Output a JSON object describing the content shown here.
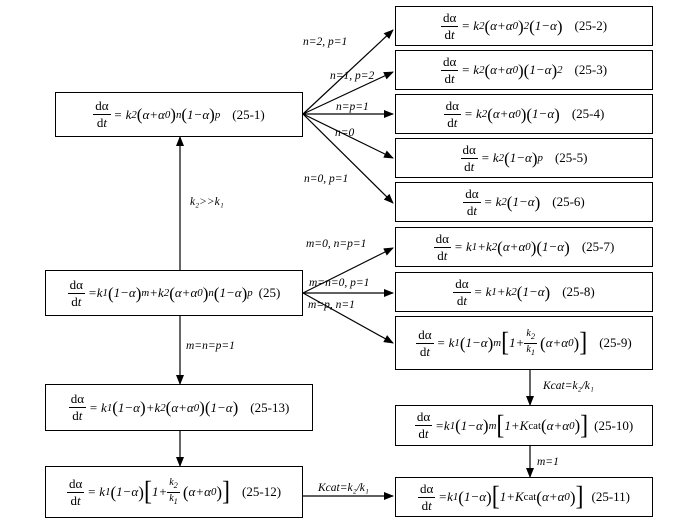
{
  "boxes": [
    {
      "id": "eq-25-1",
      "rhs": "k₂(α+α₀)ⁿ(1−α)ᵖ",
      "no": "(25-1)"
    },
    {
      "id": "eq-25-2",
      "rhs": "k₂(α+α₀)²(1−α)",
      "no": "(25-2)"
    },
    {
      "id": "eq-25-3",
      "rhs": "k₂(α+α₀)(1−α)²",
      "no": "(25-3)"
    },
    {
      "id": "eq-25-4",
      "rhs": "k₂(α+α₀)(1−α)",
      "no": "(25-4)"
    },
    {
      "id": "eq-25-5",
      "rhs": "k₂(1−α)ᵖ",
      "no": "(25-5)"
    },
    {
      "id": "eq-25-6",
      "rhs": "k₂(1−α)",
      "no": "(25-6)"
    },
    {
      "id": "eq-25",
      "rhs": "k₁(1−α)ᵐ + k₂(α+α₀)ⁿ(1−α)ᵖ",
      "no": "(25)"
    },
    {
      "id": "eq-25-7",
      "rhs": "k₁ + k₂(α+α₀)(1−α)",
      "no": "(25-7)"
    },
    {
      "id": "eq-25-8",
      "rhs": "k₁ + k₂(1−α)",
      "no": "(25-8)"
    },
    {
      "id": "eq-25-9",
      "rhs": "k₁(1−α)ᵐ[1 + (k₂/k₁)(α+α₀)]",
      "no": "(25-9)"
    },
    {
      "id": "eq-25-10",
      "rhs": "k₁(1−α)ᵐ[1 + Kcat(α+α₀)]",
      "no": "(25-10)"
    },
    {
      "id": "eq-25-11",
      "rhs": "k₁(1−α)[1 + Kcat(α+α₀)]",
      "no": "(25-11)"
    },
    {
      "id": "eq-25-12",
      "rhs": "k₁(1−α)[1 + (k₂/k₁)(α+α₀)]",
      "no": "(25-12)"
    },
    {
      "id": "eq-25-13",
      "rhs": "k₁(1−α) + k₂(α+α₀)(1−α)",
      "no": "(25-13)"
    }
  ],
  "labels": {
    "n2p1": "n=2, p=1",
    "n1p2": "n=1, p=2",
    "np1": "n=p=1",
    "n0": "n=0",
    "n0p1": "n=0, p=1",
    "k2k1": "k₂>>k₁",
    "m0np1": "m=0, n=p=1",
    "mn0p1": "m=n=0, p=1",
    "mpn1": "m=p, n=1",
    "mnp1": "m=n=p=1",
    "kcat1": "Kcat=k₂/k₁",
    "kcat2": "Kcat=k₂/k₁",
    "m1": "m=1"
  },
  "eqnos": {
    "e25": "(25)",
    "e251": "(25-1)",
    "e252": "(25-2)",
    "e253": "(25-3)",
    "e254": "(25-4)",
    "e255": "(25-5)",
    "e256": "(25-6)",
    "e257": "(25-7)",
    "e258": "(25-8)",
    "e259": "(25-9)",
    "e2510": "(25-10)",
    "e2511": "(25-11)",
    "e2512": "(25-12)",
    "e2513": "(25-13)"
  }
}
